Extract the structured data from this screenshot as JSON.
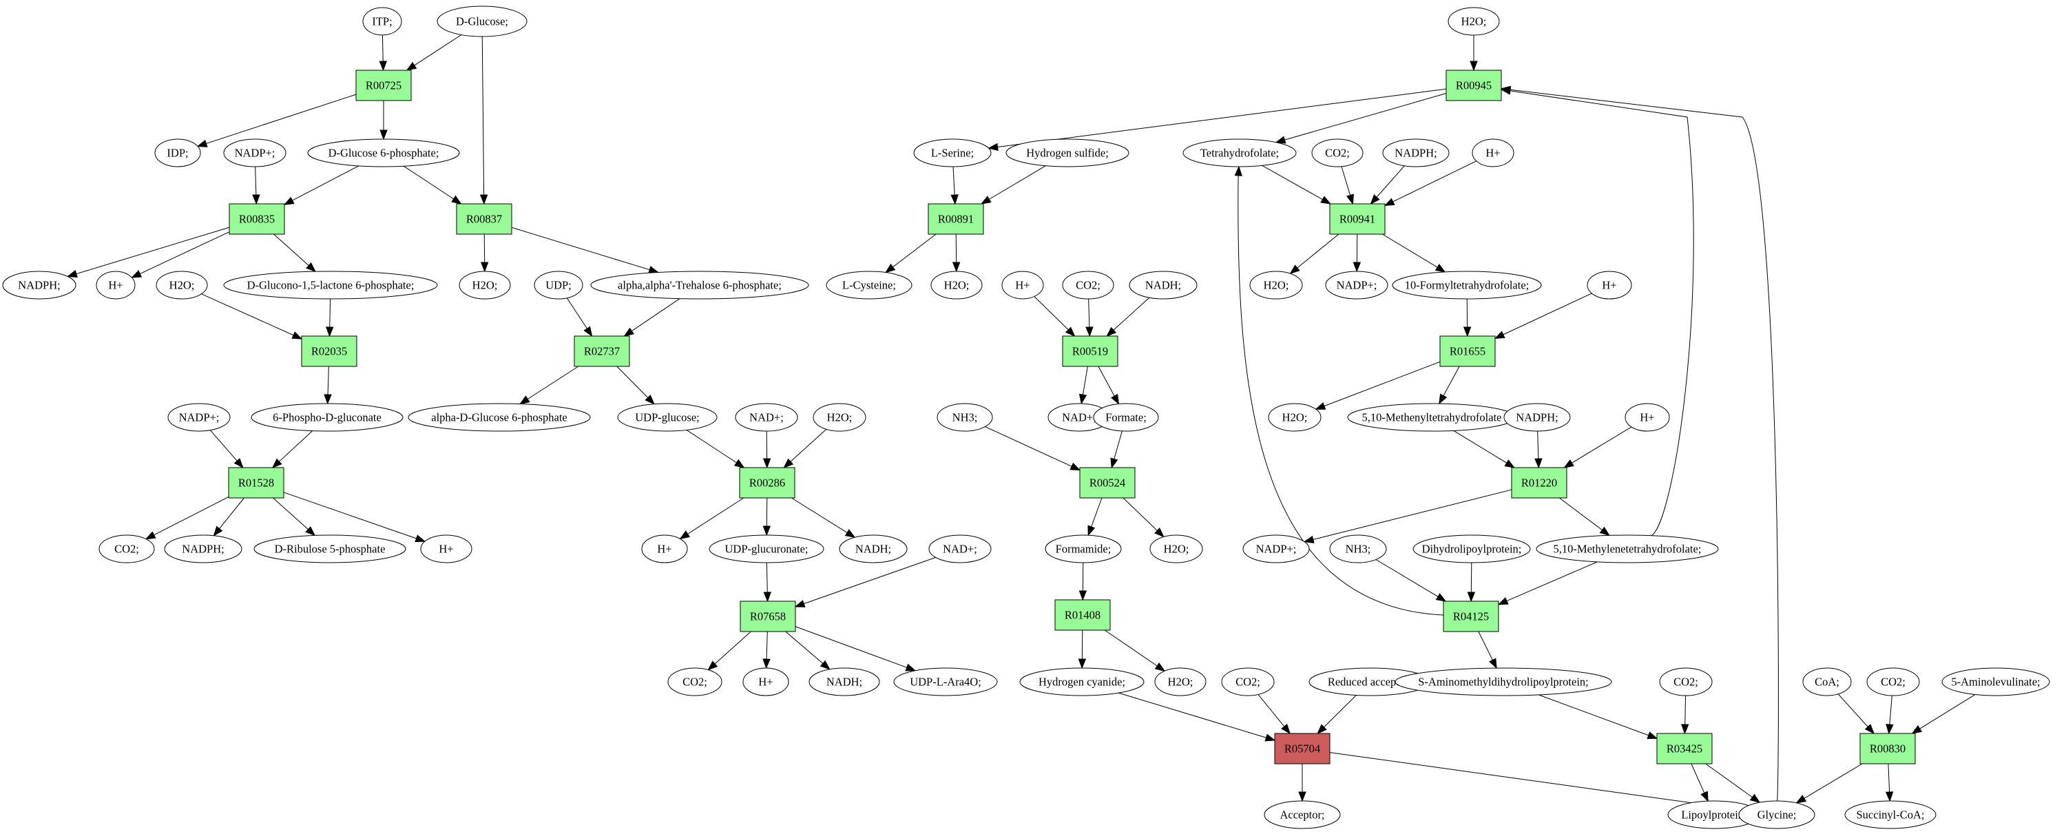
{
  "colors": {
    "reaction": "#98fb98",
    "source": "#00ff00",
    "target": "#ffff00",
    "highlight": "#cd5c5c",
    "default": "#ffffff"
  },
  "metabolites": {
    "itp": "ITP;",
    "dglc": "D-Glucose;",
    "idp": "IDP;",
    "nadpp1": "NADP+;",
    "g6p": "D-Glucose 6-phosphate;",
    "nadph1": "NADPH;",
    "hp1": "H+",
    "h2o1": "H2O;",
    "gl6p": "D-Glucono-1,5-lactone 6-phosphate;",
    "h2o2": "H2O;",
    "udp1": "UDP;",
    "tre6p": "alpha,alpha'-Trehalose 6-phosphate;",
    "nadpp2": "NADP+;",
    "pgl": "6-Phospho-D-gluconate",
    "ag1p": "alpha-D-Glucose 6-phosphate",
    "udpg": "UDP-glucose;",
    "co2_1": "CO2;",
    "nadph2": "NADPH;",
    "ru5p": "D-Ribulose 5-phosphate",
    "hp2": "H+",
    "nadp3": "NAD+;",
    "h2o3": "H2O;",
    "hp3": "H+",
    "udpgla": "UDP-glucuronate;",
    "nadh1": "NADH;",
    "nadp4": "NAD+;",
    "co2_2": "CO2;",
    "hp4": "H+",
    "nadh2": "NADH;",
    "udpara": "UDP-L-Ara4O;",
    "h2o4": "H2O;",
    "lser": "L-Serine;",
    "h2s": "Hydrogen sulfide;",
    "lcys": "L-Cysteine;",
    "h2o5": "H2O;",
    "hp5": "H+",
    "co2_3": "CO2;",
    "nadh3": "NADH;",
    "nadp5": "NAD+;",
    "fmt": "Formate;",
    "nh3_1": "NH3;",
    "fmd": "Formamide;",
    "h2o6": "H2O;",
    "hcn": "Hydrogen cyanide;",
    "h2o7": "H2O;",
    "co2_4": "CO2;",
    "redacc": "Reduced acceptor;",
    "acc": "Acceptor;",
    "thf": "Tetrahydrofolate;",
    "co2_5": "CO2;",
    "nadph3": "NADPH;",
    "hp6": "H+",
    "h2o8": "H2O;",
    "nadpp3": "NADP+;",
    "fthf": "10-Formyltetrahydrofolate;",
    "hp7": "H+",
    "h2o9": "H2O;",
    "methf": "5,10-Methenyltetrahydrofolate",
    "nadph4": "NADPH;",
    "hp8": "H+",
    "nadpp4": "NADP+;",
    "nh3_2": "NH3;",
    "dhlp": "Dihydrolipoylprotein;",
    "mlthf": "5,10-Methylenetetrahydrofolate;",
    "samdlp": "S-Aminomethyldihydrolipoylprotein;",
    "co2_6": "CO2;",
    "lipo": "Lipoylprotein;",
    "gly": "Glycine;",
    "coa": "CoA;",
    "co2_7": "CO2;",
    "ala5": "5-Aminolevulinate;",
    "succoa": "Succinyl-CoA;"
  },
  "metabolite_roles": {
    "dglc": "source",
    "lcys": "target"
  },
  "reactions": {
    "R00725": "R00725",
    "R00835": "R00835",
    "R00837": "R00837",
    "R02035": "R02035",
    "R02737": "R02737",
    "R01528": "R01528",
    "R00286": "R00286",
    "R07658": "R07658",
    "R00945": "R00945",
    "R00891": "R00891",
    "R00519": "R00519",
    "R00524": "R00524",
    "R01408": "R01408",
    "R05704": "R05704",
    "R00941": "R00941",
    "R01655": "R01655",
    "R01220": "R01220",
    "R04125": "R04125",
    "R03425": "R03425",
    "R00830": "R00830"
  },
  "reaction_roles": {
    "R05704": "highlight"
  },
  "edges": [
    [
      "itp",
      "R00725"
    ],
    [
      "dglc",
      "R00725"
    ],
    [
      "dglc",
      "R00837"
    ],
    [
      "R00725",
      "idp"
    ],
    [
      "R00725",
      "g6p"
    ],
    [
      "nadpp1",
      "R00835"
    ],
    [
      "g6p",
      "R00835"
    ],
    [
      "g6p",
      "R00837"
    ],
    [
      "R00835",
      "nadph1"
    ],
    [
      "R00835",
      "hp1"
    ],
    [
      "R00835",
      "gl6p"
    ],
    [
      "R00837",
      "h2o2"
    ],
    [
      "R00837",
      "tre6p"
    ],
    [
      "h2o1",
      "R02035"
    ],
    [
      "gl6p",
      "R02035"
    ],
    [
      "R02035",
      "pgl"
    ],
    [
      "udp1",
      "R02737"
    ],
    [
      "tre6p",
      "R02737"
    ],
    [
      "R02737",
      "ag1p"
    ],
    [
      "R02737",
      "udpg"
    ],
    [
      "nadpp2",
      "R01528"
    ],
    [
      "pgl",
      "R01528"
    ],
    [
      "R01528",
      "co2_1"
    ],
    [
      "R01528",
      "nadph2"
    ],
    [
      "R01528",
      "ru5p"
    ],
    [
      "R01528",
      "hp2"
    ],
    [
      "udpg",
      "R00286"
    ],
    [
      "nadp3",
      "R00286"
    ],
    [
      "h2o3",
      "R00286"
    ],
    [
      "R00286",
      "hp3"
    ],
    [
      "R00286",
      "udpgla"
    ],
    [
      "R00286",
      "nadh1"
    ],
    [
      "udpgla",
      "R07658"
    ],
    [
      "nadp4",
      "R07658"
    ],
    [
      "R07658",
      "co2_2"
    ],
    [
      "R07658",
      "hp4"
    ],
    [
      "R07658",
      "nadh2"
    ],
    [
      "R07658",
      "udpara"
    ],
    [
      "h2o4",
      "R00945"
    ],
    [
      "mlthf",
      "R00945"
    ],
    [
      "gly",
      "R00945"
    ],
    [
      "R00945",
      "lser"
    ],
    [
      "R00945",
      "thf"
    ],
    [
      "lser",
      "R00891"
    ],
    [
      "h2s",
      "R00891"
    ],
    [
      "R00891",
      "lcys"
    ],
    [
      "R00891",
      "h2o5"
    ],
    [
      "hp5",
      "R00519"
    ],
    [
      "co2_3",
      "R00519"
    ],
    [
      "nadh3",
      "R00519"
    ],
    [
      "R00519",
      "nadp5"
    ],
    [
      "R00519",
      "fmt"
    ],
    [
      "nh3_1",
      "R00524"
    ],
    [
      "fmt",
      "R00524"
    ],
    [
      "R00524",
      "fmd"
    ],
    [
      "R00524",
      "h2o6"
    ],
    [
      "fmd",
      "R01408"
    ],
    [
      "R01408",
      "hcn"
    ],
    [
      "R01408",
      "h2o7"
    ],
    [
      "hcn",
      "R05704"
    ],
    [
      "co2_4",
      "R05704"
    ],
    [
      "redacc",
      "R05704"
    ],
    [
      "R05704",
      "acc"
    ],
    [
      "R05704",
      "gly"
    ],
    [
      "thf",
      "R00941"
    ],
    [
      "co2_5",
      "R00941"
    ],
    [
      "nadph3",
      "R00941"
    ],
    [
      "hp6",
      "R00941"
    ],
    [
      "R00941",
      "h2o8"
    ],
    [
      "R00941",
      "nadpp3"
    ],
    [
      "R00941",
      "fthf"
    ],
    [
      "fthf",
      "R01655"
    ],
    [
      "hp7",
      "R01655"
    ],
    [
      "R01655",
      "h2o9"
    ],
    [
      "R01655",
      "methf"
    ],
    [
      "methf",
      "R01220"
    ],
    [
      "nadph4",
      "R01220"
    ],
    [
      "hp8",
      "R01220"
    ],
    [
      "R01220",
      "nadpp4"
    ],
    [
      "R01220",
      "mlthf"
    ],
    [
      "nh3_2",
      "R04125"
    ],
    [
      "dhlp",
      "R04125"
    ],
    [
      "mlthf",
      "R04125"
    ],
    [
      "R04125",
      "thf"
    ],
    [
      "R04125",
      "samdlp"
    ],
    [
      "samdlp",
      "R03425"
    ],
    [
      "co2_6",
      "R03425"
    ],
    [
      "R03425",
      "lipo"
    ],
    [
      "R03425",
      "gly"
    ],
    [
      "coa",
      "R00830"
    ],
    [
      "co2_7",
      "R00830"
    ],
    [
      "ala5",
      "R00830"
    ],
    [
      "R00830",
      "gly"
    ],
    [
      "R00830",
      "succoa"
    ]
  ]
}
